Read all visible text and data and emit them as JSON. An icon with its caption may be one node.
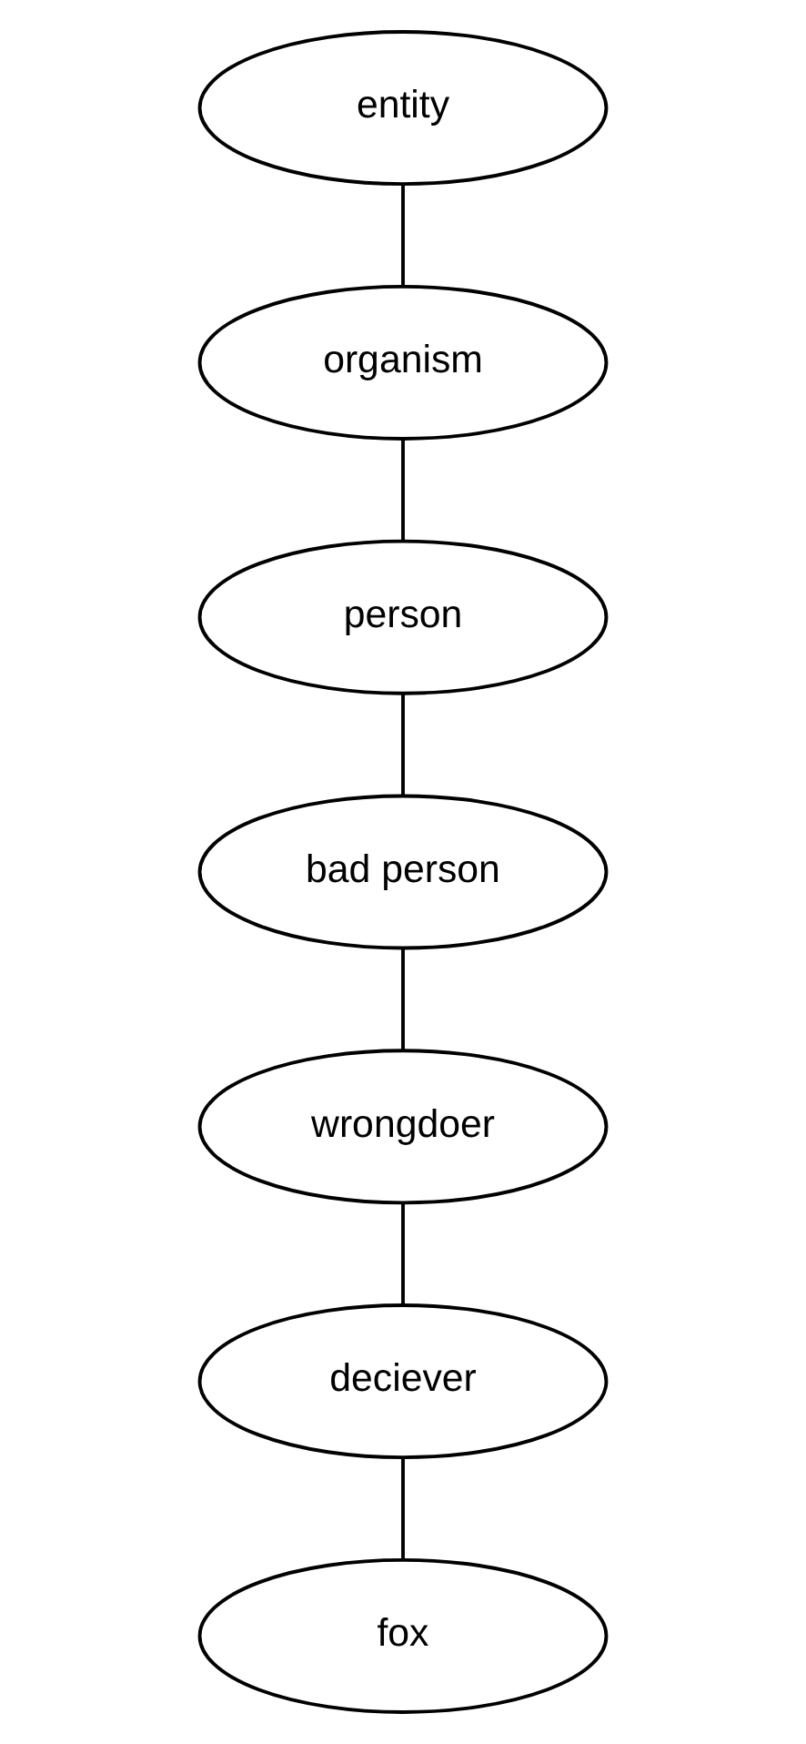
{
  "diagram": {
    "nodes": [
      {
        "text": [
          "entity"
        ]
      },
      {
        "text": [
          "organism"
        ]
      },
      {
        "text": [
          "person"
        ]
      },
      {
        "text": [
          "bad person"
        ]
      },
      {
        "text": [
          "wrongdoer"
        ]
      },
      {
        "text": [
          "deciever"
        ]
      },
      {
        "text": [
          "fox"
        ]
      }
    ],
    "edges": [
      {
        "from": 0,
        "to": 1,
        "arrow": "none"
      },
      {
        "from": 1,
        "to": 2,
        "arrow": "none"
      },
      {
        "from": 2,
        "to": 3,
        "arrow": "none"
      },
      {
        "from": 3,
        "to": 4,
        "arrow": "none"
      },
      {
        "from": 4,
        "to": 5,
        "arrow": "none"
      },
      {
        "from": 5,
        "to": 6,
        "arrow": "none"
      }
    ]
  }
}
